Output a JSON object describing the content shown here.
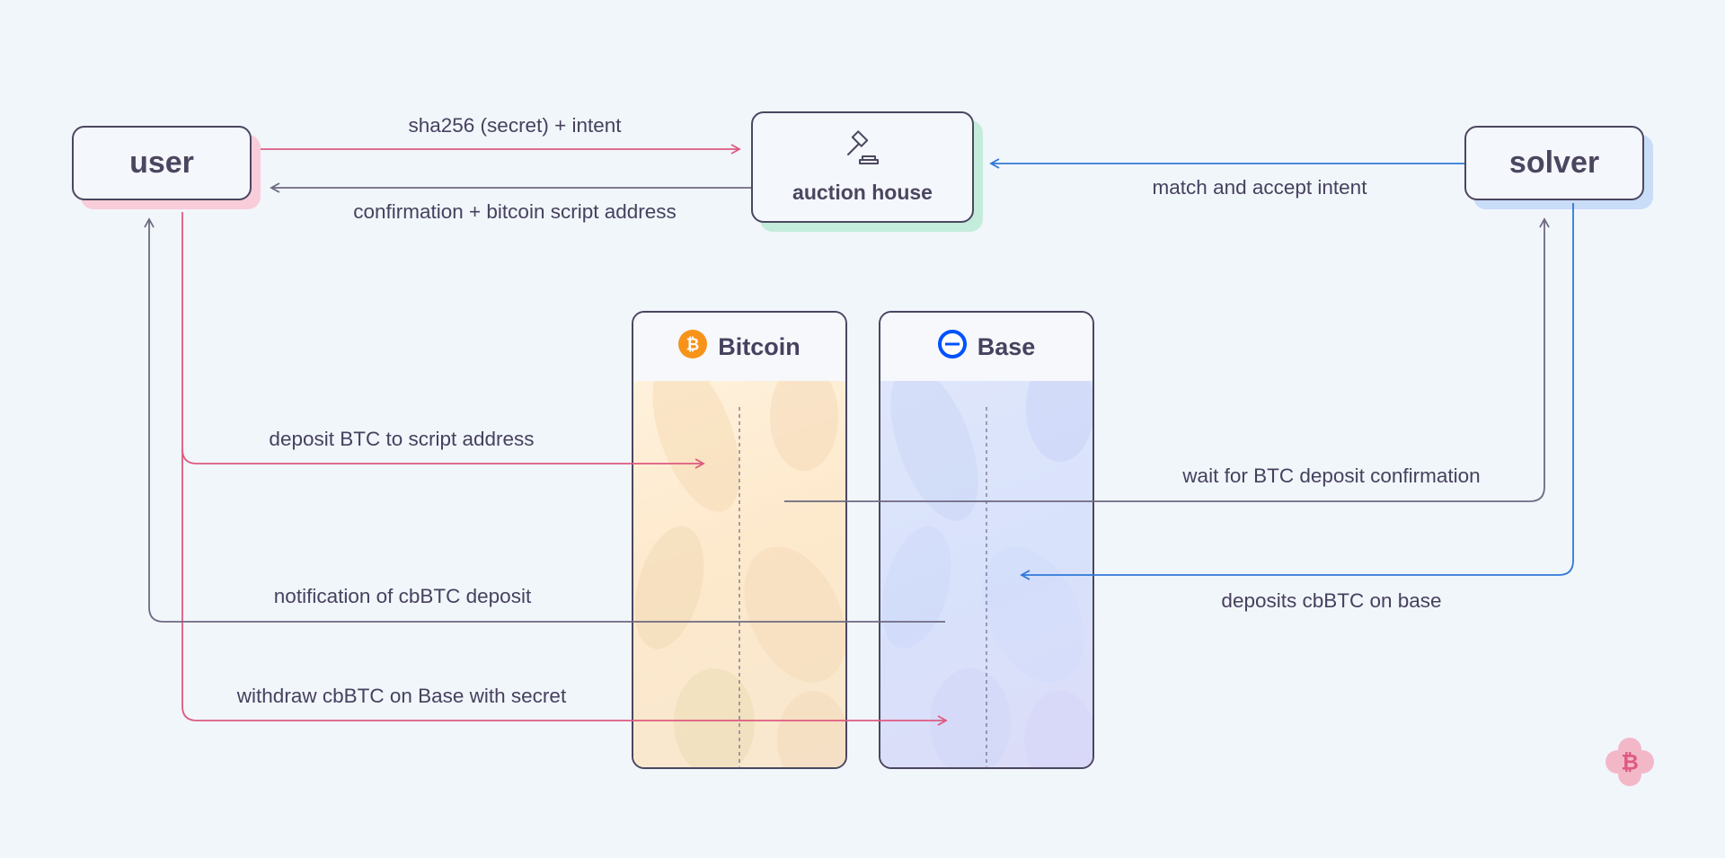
{
  "nodes": {
    "user": "user",
    "auction_house": "auction house",
    "solver": "solver"
  },
  "chains": {
    "bitcoin": {
      "name": "Bitcoin",
      "icon": "bitcoin-coin-icon",
      "accent": "#f7931a"
    },
    "base": {
      "name": "Base",
      "icon": "base-logo-icon",
      "accent": "#0052ff"
    }
  },
  "flows": {
    "intent": "sha256 (secret) + intent",
    "confirmation": "confirmation + bitcoin script address",
    "match": "match and accept intent",
    "deposit_btc": "deposit BTC to script address",
    "wait_confirm": "wait for BTC deposit confirmation",
    "notify": "notification of cbBTC deposit",
    "solver_deposit": "deposits cbBTC on base",
    "withdraw": "withdraw cbBTC on Base with secret"
  },
  "colors": {
    "user_flow": "#de5a80",
    "solver_flow": "#2f78d8",
    "neutral_flow": "#6e6980",
    "user_shadow": "#f8cdd9",
    "auction_shadow": "#c4ecdc",
    "solver_shadow": "#c9dcf8"
  },
  "icons": {
    "auction": "gavel-icon",
    "brand": "bitcoin-flower-logo-icon"
  }
}
